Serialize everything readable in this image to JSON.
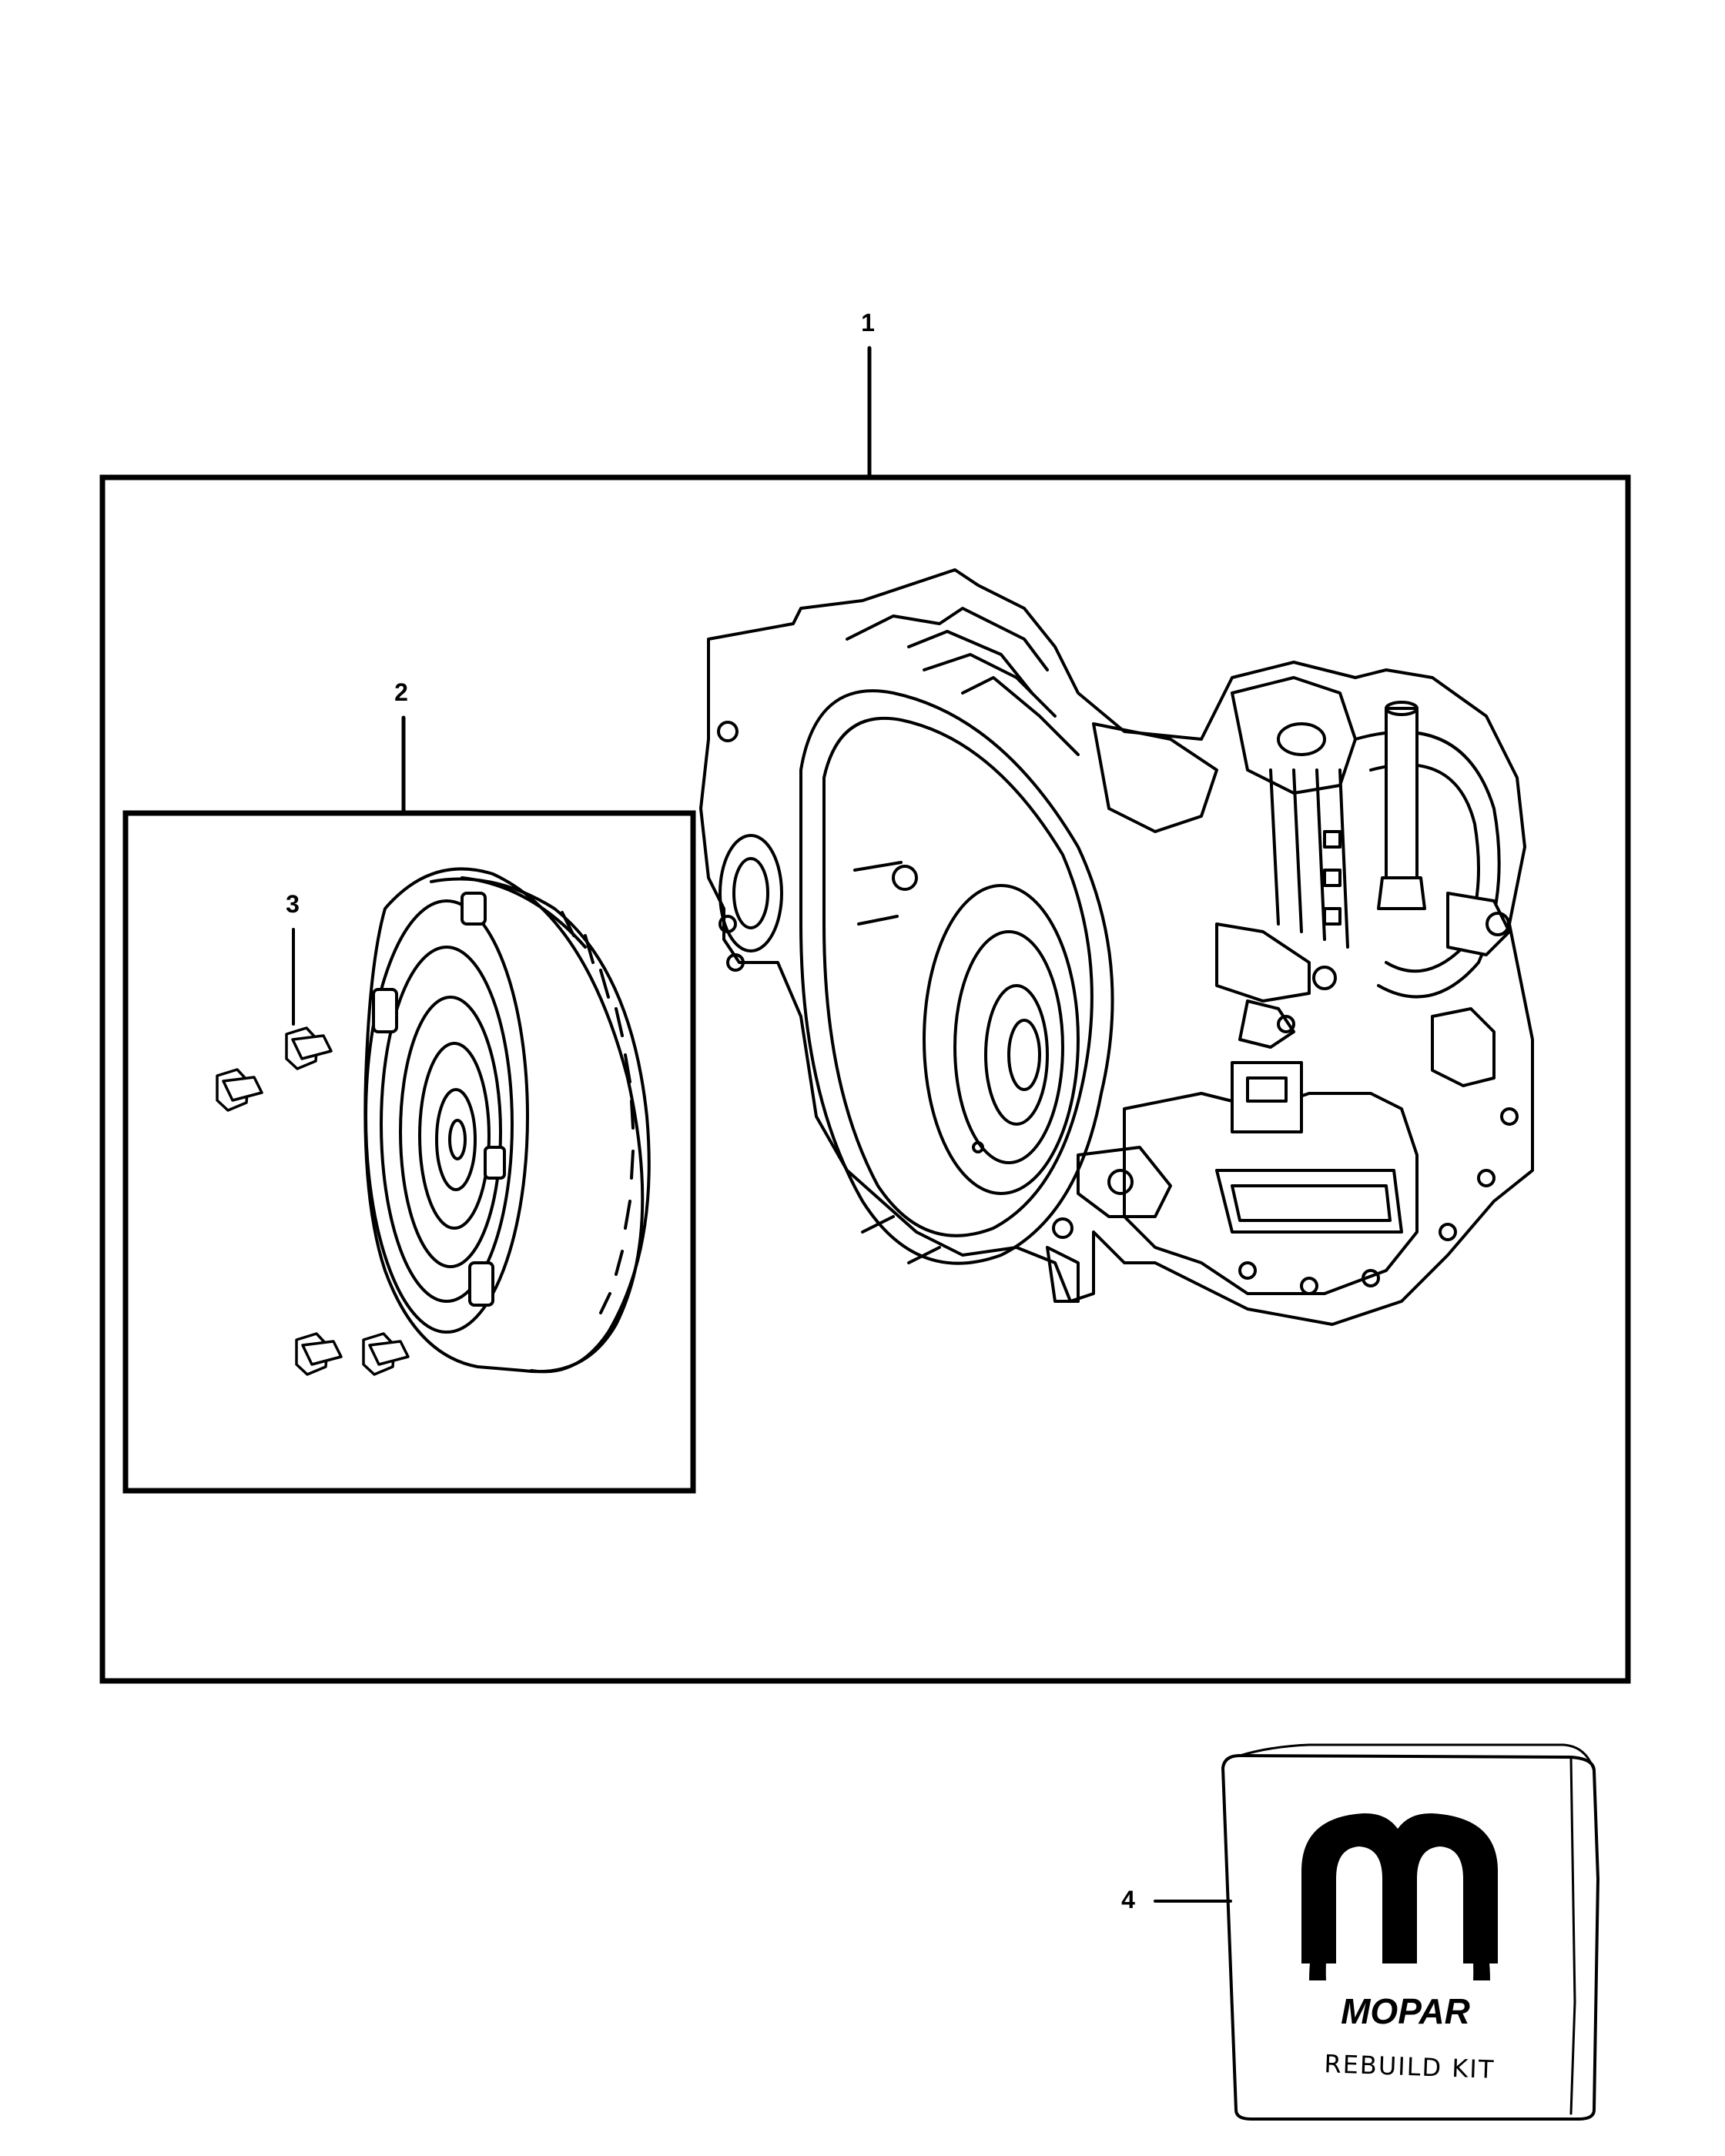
{
  "callouts": [
    {
      "id": "1",
      "label": "1"
    },
    {
      "id": "2",
      "label": "2"
    },
    {
      "id": "3",
      "label": "3"
    },
    {
      "id": "4",
      "label": "4"
    }
  ],
  "kit": {
    "brand": "MOPAR",
    "label": "REBUILD KIT"
  },
  "colors": {
    "line": "#000000",
    "background": "#ffffff"
  }
}
